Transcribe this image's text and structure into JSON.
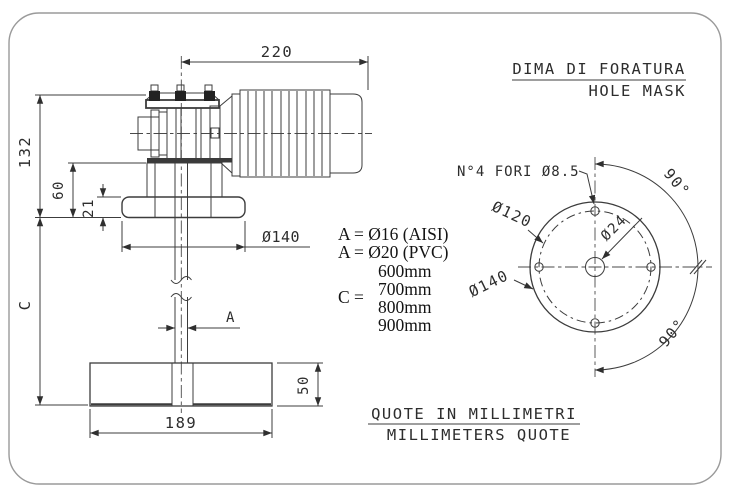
{
  "header": {
    "title_it": "DIMA DI FORATURA",
    "title_en": "HOLE MASK"
  },
  "footer": {
    "note_it": "QUOTE IN MILLIMETRI",
    "note_en": "MILLIMETERS QUOTE"
  },
  "side_view": {
    "dim_motor_length": "220",
    "dim_body_height": "132",
    "dim_flange_drop": "60",
    "dim_flange_thickness": "21",
    "dim_flange_diameter": "Ø140",
    "dim_shaft_length": "C",
    "dim_shaft_diameter": "A",
    "dim_impeller_diameter": "189",
    "dim_impeller_height": "50"
  },
  "specs": {
    "shaft_aisi": "A = Ø16  (AISI)",
    "shaft_pvc": "A = Ø20 (PVC)",
    "length_label": "C =",
    "length_options": [
      "600mm",
      "700mm",
      "800mm",
      "900mm"
    ]
  },
  "hole_mask": {
    "holes_note": "N°4 FORI Ø8.5",
    "bolt_circle_diameter": "Ø120",
    "outer_diameter": "Ø140",
    "center_hole_diameter": "Ø24",
    "angle_top": "90°",
    "angle_bottom": "90°"
  },
  "colors": {
    "line": "#3c3c3c",
    "background": "#ffffff"
  }
}
